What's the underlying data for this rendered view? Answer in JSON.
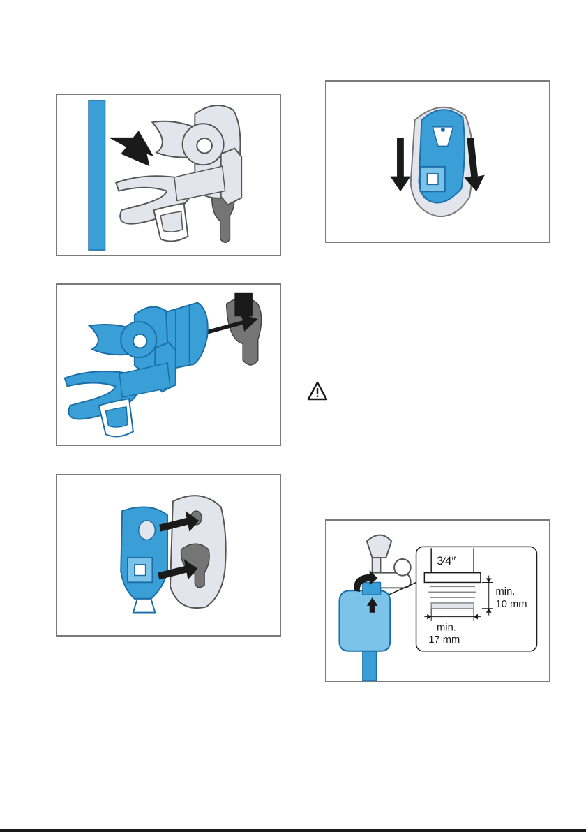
{
  "colors": {
    "blue": "#3a9fd6",
    "blue_dark": "#1b6ea8",
    "light_blue": "#7cc3ea",
    "grey_part": "#e3e5ec",
    "dark_grey": "#757575",
    "outline": "#7a7a7a",
    "arrow": "#1a1a1a"
  },
  "icons": {
    "warning": "warning-triangle-icon"
  },
  "figures": {
    "fig5": {
      "thread_size": "3⁄4″",
      "dim_height_line1": "min.",
      "dim_height_line2": "10 mm",
      "dim_width_line1": "min.",
      "dim_width_line2": "17 mm"
    }
  }
}
